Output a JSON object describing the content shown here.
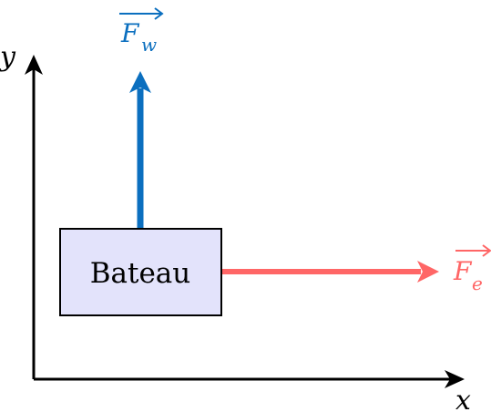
{
  "diagram": {
    "axes": {
      "x_label": "x",
      "y_label": "y"
    },
    "box": {
      "label": "Bateau"
    },
    "forces": {
      "water": {
        "letter": "F",
        "subscript": "w",
        "direction": "up",
        "color": "#0b6fbf"
      },
      "engine": {
        "letter": "F",
        "subscript": "e",
        "direction": "right",
        "color": "#ff6666"
      }
    },
    "colors": {
      "axis": "#000000",
      "box_fill": "#e3e3fb",
      "box_stroke": "#000000"
    }
  }
}
